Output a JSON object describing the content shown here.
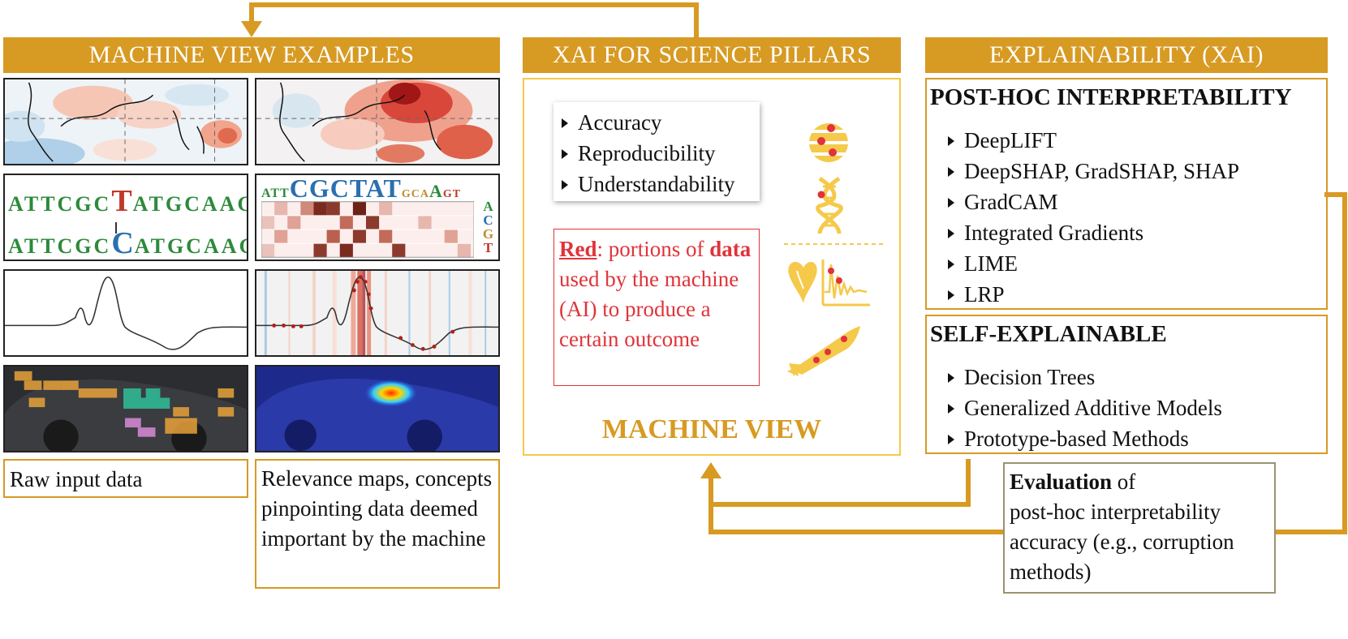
{
  "headers": {
    "machine_view_examples": "MACHINE VIEW EXAMPLES",
    "xai_pillars": "XAI FOR SCIENCE PILLARS",
    "explainability": "EXPLAINABILITY (XAI)"
  },
  "captions": {
    "raw": "Raw input data",
    "relevance": "Relevance maps, concepts pinpointing data deemed important by the machine"
  },
  "dna": {
    "seq_prefix": "ATTCGC",
    "seq_mid_top": "T",
    "seq_mid_bottom": "C",
    "seq_suffix": "ATGCAAGT",
    "logo_big": "CGCTAT",
    "logo_small_left": "ATT",
    "logo_small_right_1": "GCA",
    "logo_mid": "A",
    "logo_small_right_2": "GT",
    "bases": [
      "A",
      "C",
      "G",
      "T"
    ]
  },
  "pillars": {
    "items": [
      "Accuracy",
      "Reproducibility",
      "Understandability"
    ],
    "red_note_bold1": "Red",
    "red_note_text1": ": portions of",
    "red_note_bold2": "data",
    "red_note_text2": " used by the machine (AI) to produce a certain outcome",
    "machine_view": "MACHINE VIEW"
  },
  "posthoc": {
    "title": "POST-HOC INTERPRETABILITY",
    "items": [
      "DeepLIFT",
      "DeepSHAP, GradSHAP, SHAP",
      "GradCAM",
      "Integrated Gradients",
      "LIME",
      "LRP"
    ]
  },
  "selfexp": {
    "title": "SELF-EXPLAINABLE",
    "items": [
      "Decision Trees",
      "Generalized Additive Models",
      "Prototype-based Methods"
    ]
  },
  "evaluation": {
    "bold": "Evaluation",
    "text1": " of",
    "text2": "post-hoc interpretability accuracy (e.g., corruption methods)"
  },
  "colors": {
    "accent": "#d79a23",
    "red": "#e0333a",
    "pillar_box": "#f5c94a",
    "eval_border": "#9a9370"
  }
}
